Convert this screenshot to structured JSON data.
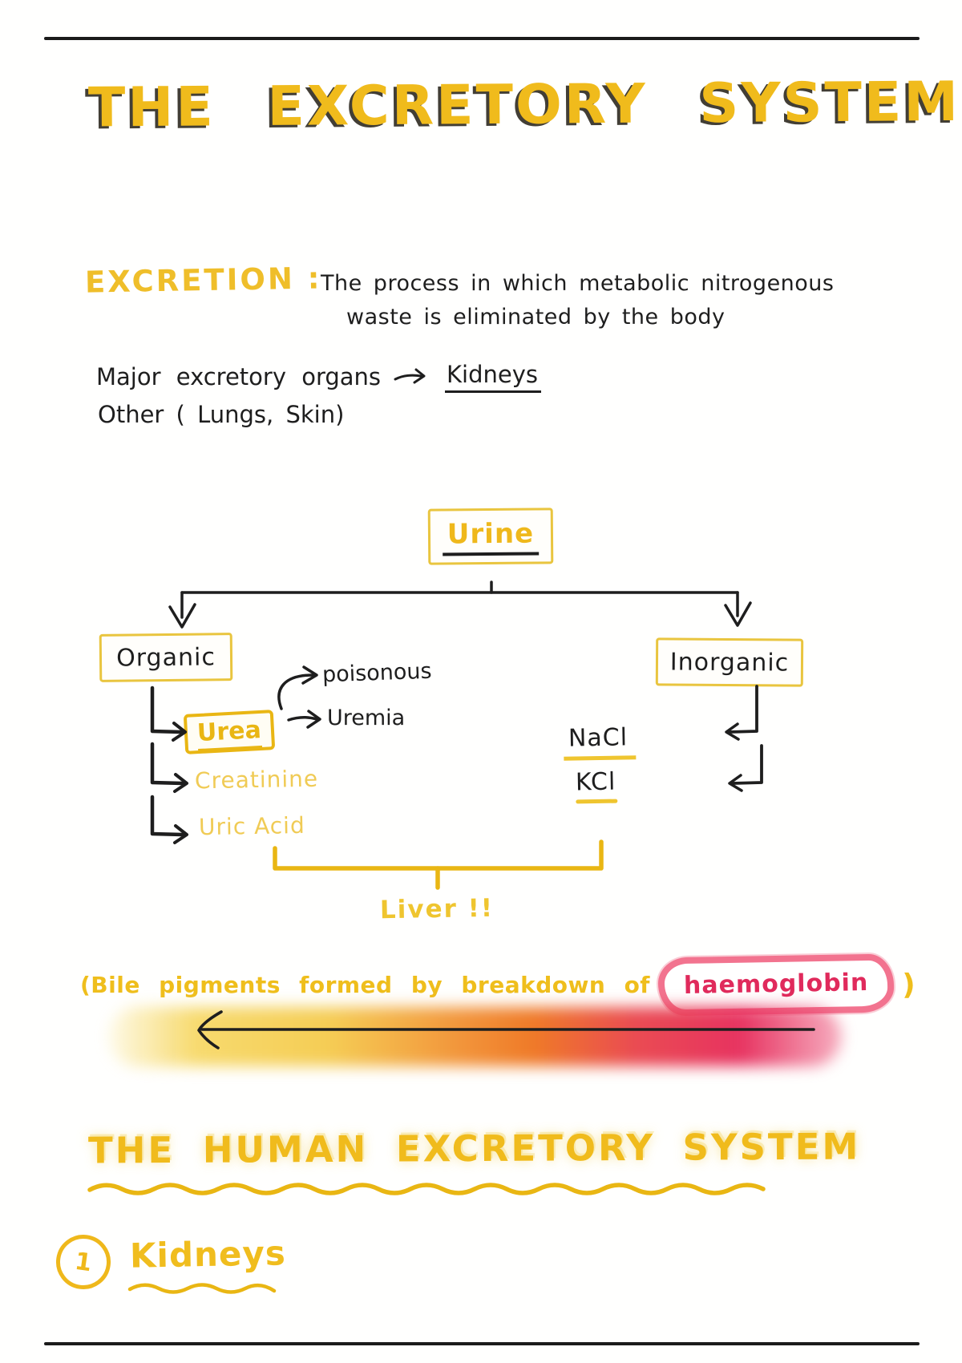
{
  "title": "THE EXCRETORY SYSTEM",
  "definition": {
    "term": "EXCRETION :",
    "line1": "The process in which metabolic nitrogenous",
    "line2": "waste is eliminated by the body"
  },
  "organs": {
    "major_label": "Major excretory organs",
    "major_value": "Kidneys",
    "other": "Other ( Lungs, Skin)"
  },
  "flowchart": {
    "root": "Urine",
    "organic": {
      "label": "Organic",
      "items": [
        "Urea",
        "Creatinine",
        "Uric Acid"
      ],
      "urea_notes": [
        "poisonous",
        "Uremia"
      ]
    },
    "inorganic": {
      "label": "Inorganic",
      "items": [
        "NaCl",
        "KCl"
      ]
    },
    "source_label": "Liver !!"
  },
  "bile_note": {
    "prefix": "(Bile pigments formed by breakdown of",
    "highlight": "haemoglobin",
    "suffix": ")"
  },
  "section2": {
    "heading": "THE HUMAN EXCRETORY SYSTEM",
    "list": [
      {
        "number": "1",
        "label": "Kidneys"
      }
    ]
  },
  "colors": {
    "note_yellow": "#EFB81B",
    "pale_item_yellow": "#F0CB55",
    "ink_black": "#1E1E1E",
    "cloud_pink": "#F2738F",
    "haemoglobin_red": "#E02A5C",
    "gradient_stops": [
      "#F7DA6E",
      "#F2953B",
      "#E73360"
    ]
  }
}
